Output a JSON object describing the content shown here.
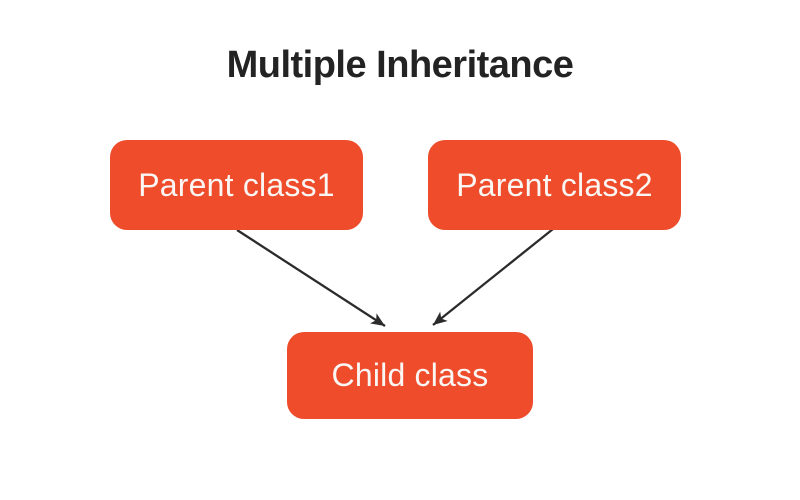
{
  "title": "Multiple Inheritance",
  "nodes": [
    {
      "id": "parent1",
      "label": "Parent class1"
    },
    {
      "id": "parent2",
      "label": "Parent class2"
    },
    {
      "id": "child",
      "label": "Child class"
    }
  ],
  "edges": [
    {
      "from": "parent1",
      "to": "child"
    },
    {
      "from": "parent2",
      "to": "child"
    }
  ],
  "colors": {
    "background": "#ffffff",
    "node_fill": "#ee4c2b",
    "node_text": "#faf6f3",
    "title_text": "#232323",
    "arrow": "#2b2b2b"
  }
}
